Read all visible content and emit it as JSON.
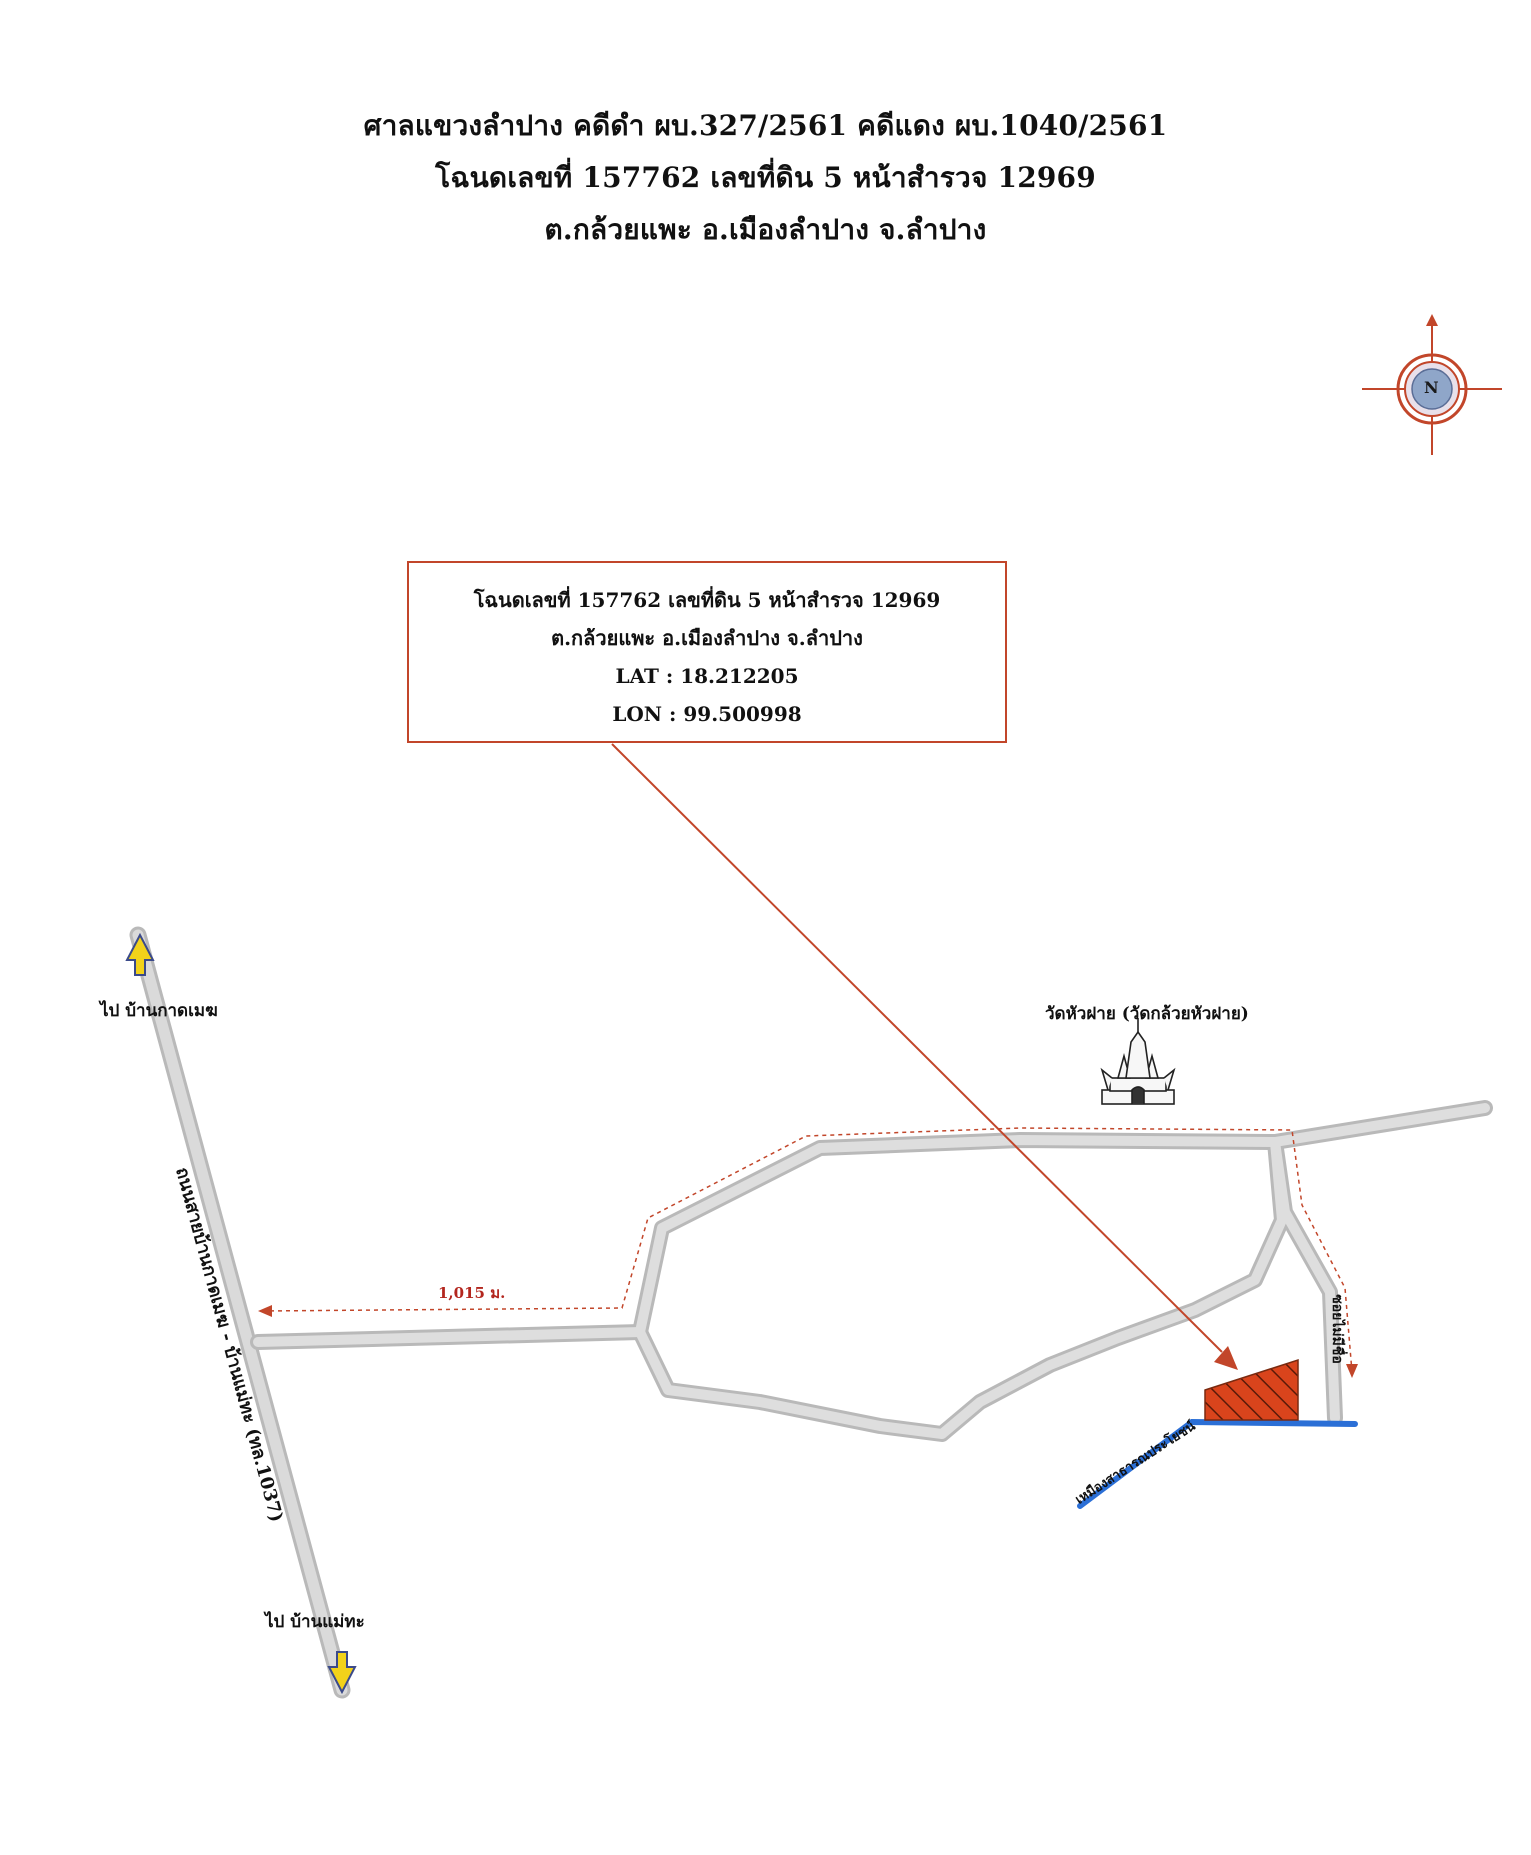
{
  "header": {
    "line1": "ศาลแขวงลำปาง  คดีดำ ผบ.327/2561  คดีแดง ผบ.1040/2561",
    "line2": "โฉนดเลขที่ 157762  เลขที่ดิน 5  หน้าสำรวจ 12969",
    "line3": "ต.กล้วยแพะ  อ.เมืองลำปาง  จ.ลำปาง"
  },
  "info_box": {
    "deed": "โฉนดเลขที่ 157762  เลขที่ดิน 5  หน้าสำรวจ 12969",
    "location": "ต.กล้วยแพะ  อ.เมืองลำปาง  จ.ลำปาง",
    "lat": "LAT : 18.212205",
    "lon": "LON : 99.500998"
  },
  "compass": {
    "letter": "N"
  },
  "labels": {
    "to_north": "ไป บ้านกาดเมฆ",
    "to_south": "ไป บ้านแม่ทะ",
    "main_road": "ถนนสายบ้านกาดเมฆ - บ้านแม่ทะ (ทล.1037)",
    "distance": "1,015 ม.",
    "temple": "วัดหัวฝาย (วัดกล้วยหัวฝาย)",
    "alley": "ซอยไม่มีชื่อ",
    "canal": "เหมืองสาธารณประโยชน์"
  },
  "colors": {
    "road": "#c8c8c8",
    "plot": "#d9441c",
    "pointer": "#c2462a",
    "canal": "#2b6fd6",
    "arrow": "#f2d21a"
  },
  "icons": [
    "compass-icon",
    "temple-icon",
    "direction-arrow-icon"
  ]
}
